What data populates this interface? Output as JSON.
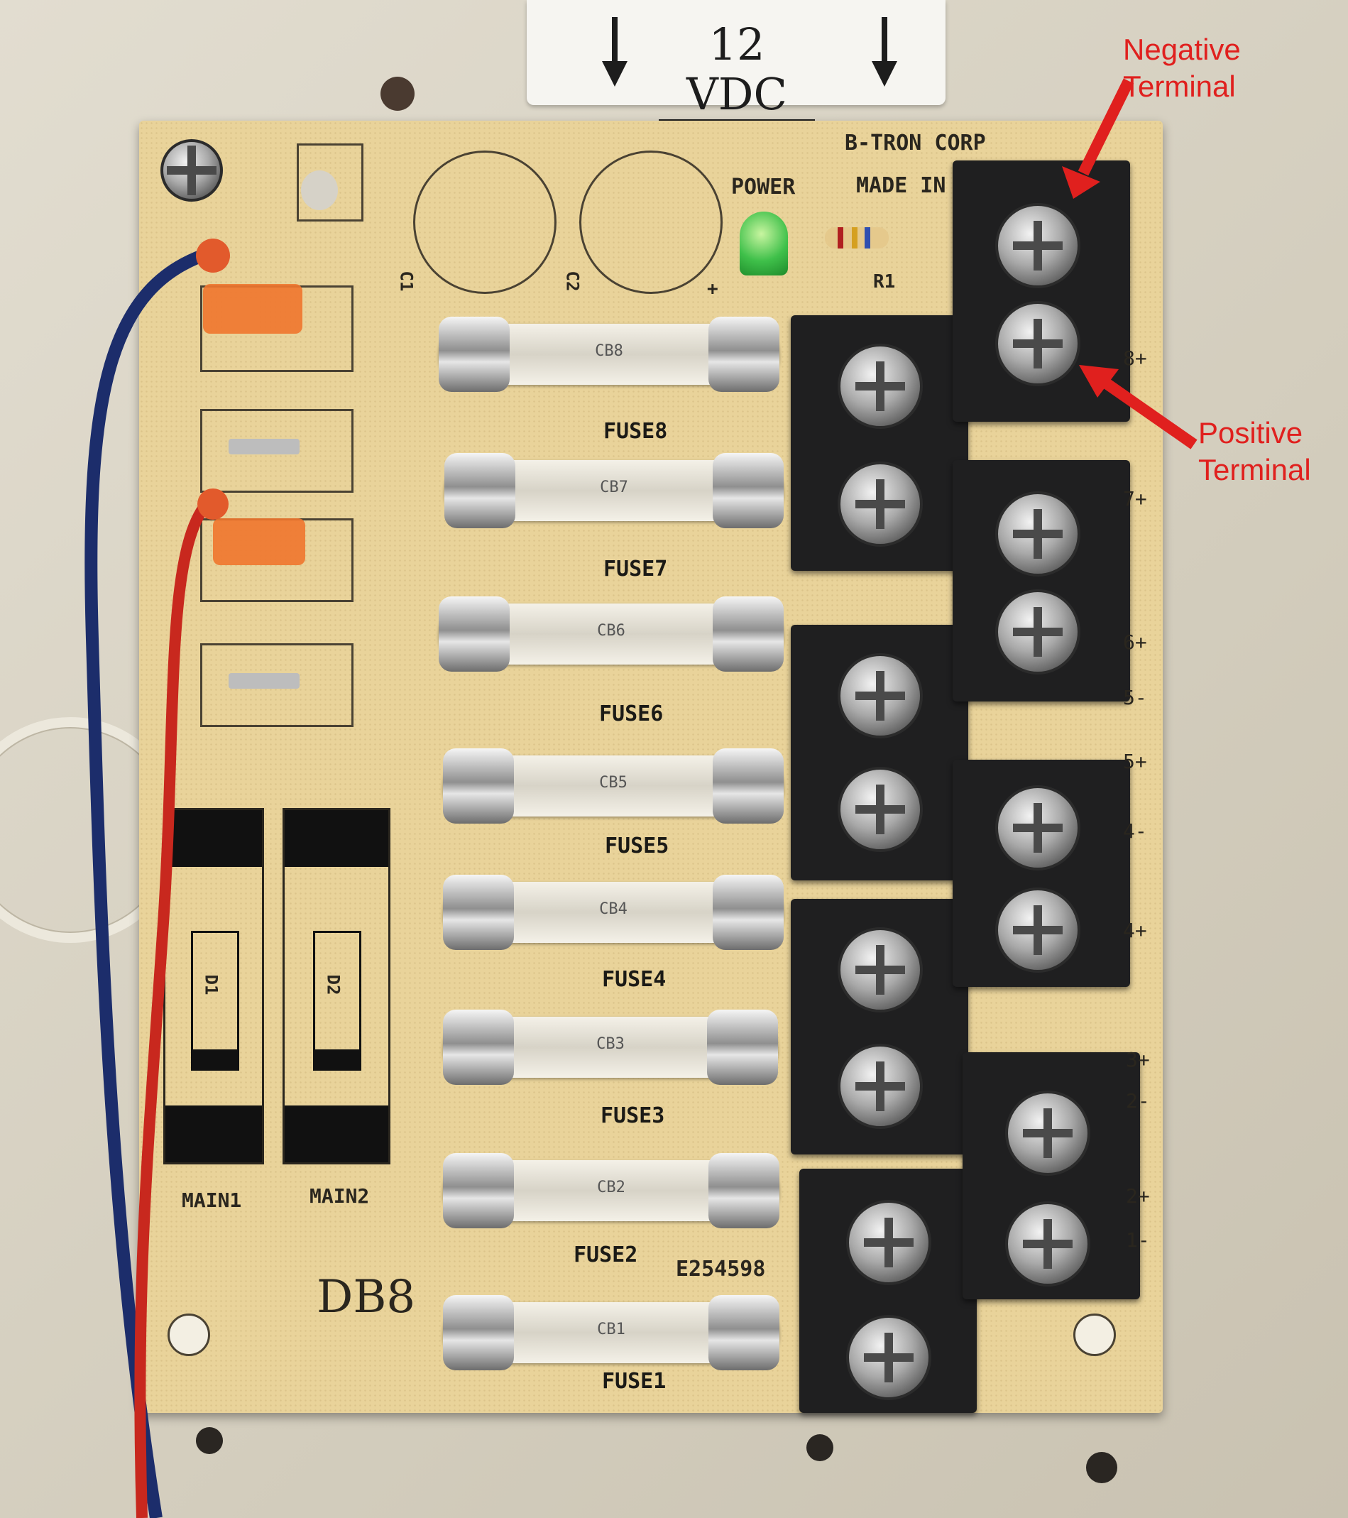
{
  "label_tape": {
    "text": "12 VDC"
  },
  "board": {
    "maker_line1": "B-TRON CORP",
    "maker_line2": "MADE IN",
    "power_label": "POWER",
    "resistor_label": "R1",
    "cap_labels": [
      "C1",
      "C2"
    ],
    "cap_plus": "+",
    "model": "DB8",
    "cert": "E254598",
    "diodes": [
      "D1",
      "D2"
    ],
    "mains": [
      "MAIN1",
      "MAIN2"
    ],
    "fuses": [
      {
        "code": "CB8",
        "label": "FUSE8"
      },
      {
        "code": "CB7",
        "label": "FUSE7"
      },
      {
        "code": "CB6",
        "label": "FUSE6"
      },
      {
        "code": "CB5",
        "label": "FUSE5"
      },
      {
        "code": "CB4",
        "label": "FUSE4"
      },
      {
        "code": "CB3",
        "label": "FUSE3"
      },
      {
        "code": "CB2",
        "label": "FUSE2"
      },
      {
        "code": "CB1",
        "label": "FUSE1"
      }
    ],
    "terminal_marks": [
      "8+",
      "7+",
      "6+",
      "5-",
      "5+",
      "4-",
      "4+",
      "3+",
      "2-",
      "2+",
      "1-"
    ]
  },
  "annotations": {
    "negative": "Negative Terminal",
    "positive": "Positive Terminal",
    "color": "#e0201e"
  },
  "wire_colors": {
    "blue": "#1c2d6b",
    "red": "#c8281e",
    "connector": "#f0762e"
  }
}
